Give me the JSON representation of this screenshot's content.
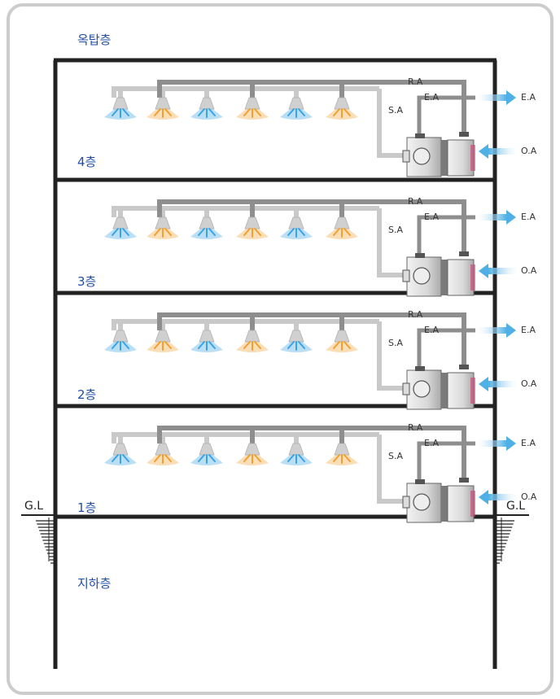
{
  "labels": {
    "rooftop": "옥탑층",
    "basement": "지하층",
    "ground_level": "G.L",
    "return_air": "R.A",
    "supply_air": "S.A",
    "exhaust_air": "E.A",
    "outdoor_air": "O.A"
  },
  "floors": [
    {
      "label": "4층"
    },
    {
      "label": "3층"
    },
    {
      "label": "2층"
    },
    {
      "label": "1층"
    }
  ],
  "diffuser_modes": [
    "cool",
    "heat",
    "cool",
    "heat",
    "cool",
    "heat"
  ],
  "colors": {
    "frame": "#222222",
    "outer_border": "#cccccc",
    "duct_light": "#c9c9c9",
    "duct_dark": "#8e8e8e",
    "label_blue": "#1f4fa5",
    "cool": "#3aa3e3",
    "heat": "#f0a030",
    "arrow_blue": "#4fb0e6"
  }
}
